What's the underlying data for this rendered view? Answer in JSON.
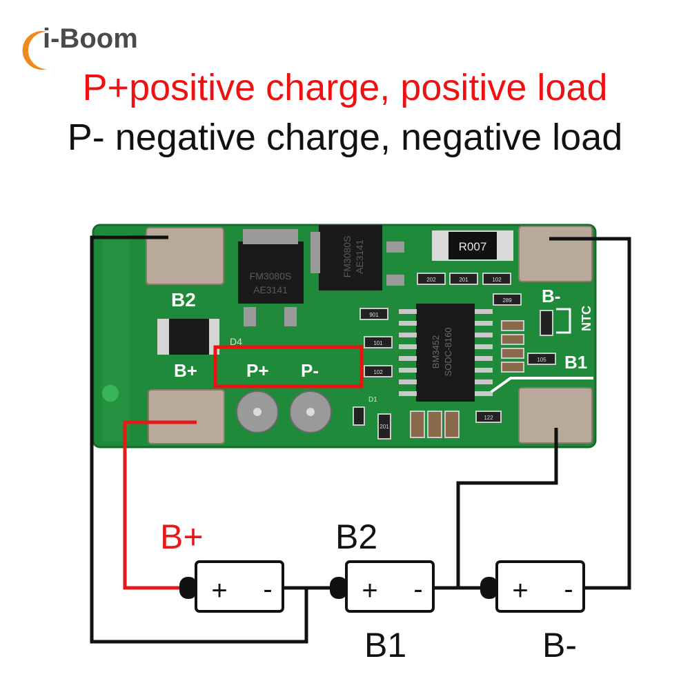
{
  "brand": {
    "name": "i-Boom",
    "accent": "#f08a1c"
  },
  "header": {
    "line1": "P+positive charge, positive load",
    "line2": "P- negative charge, negative load",
    "line1_color": "#ee1111",
    "line2_color": "#111111"
  },
  "board": {
    "color": "#1f8a3a",
    "pad_labels": {
      "b2": "B2",
      "bplus": "B+",
      "pplus": "P+",
      "pminus": "P-",
      "bminus": "B-",
      "b1": "B1",
      "ntc": "NTC"
    },
    "chip_marks": {
      "mosfet1_line1": "FM3080S",
      "mosfet1_line2": "AE3141",
      "mosfet2_line1": "FM3080S",
      "mosfet2_line2": "AE3141",
      "resistor": "R007",
      "ic_line1": "BM3452",
      "ic_line2": "SODC-8160",
      "r202": "202",
      "r201": "201",
      "r102a": "102",
      "r901": "901",
      "r101": "101",
      "r102b": "102",
      "r289": "289",
      "r105": "105",
      "r201b": "201",
      "r122": "122",
      "diode": "D1",
      "d4": "D4"
    }
  },
  "cells": [
    {
      "plus": "+",
      "minus": "-"
    },
    {
      "plus": "+",
      "minus": "-"
    },
    {
      "plus": "+",
      "minus": "-"
    }
  ],
  "wire_labels": {
    "bplus": "B+",
    "b2": "B2",
    "b1": "B1",
    "bminus": "B-"
  },
  "wire_colors": {
    "positive": "#e81818",
    "ground": "#111111"
  }
}
